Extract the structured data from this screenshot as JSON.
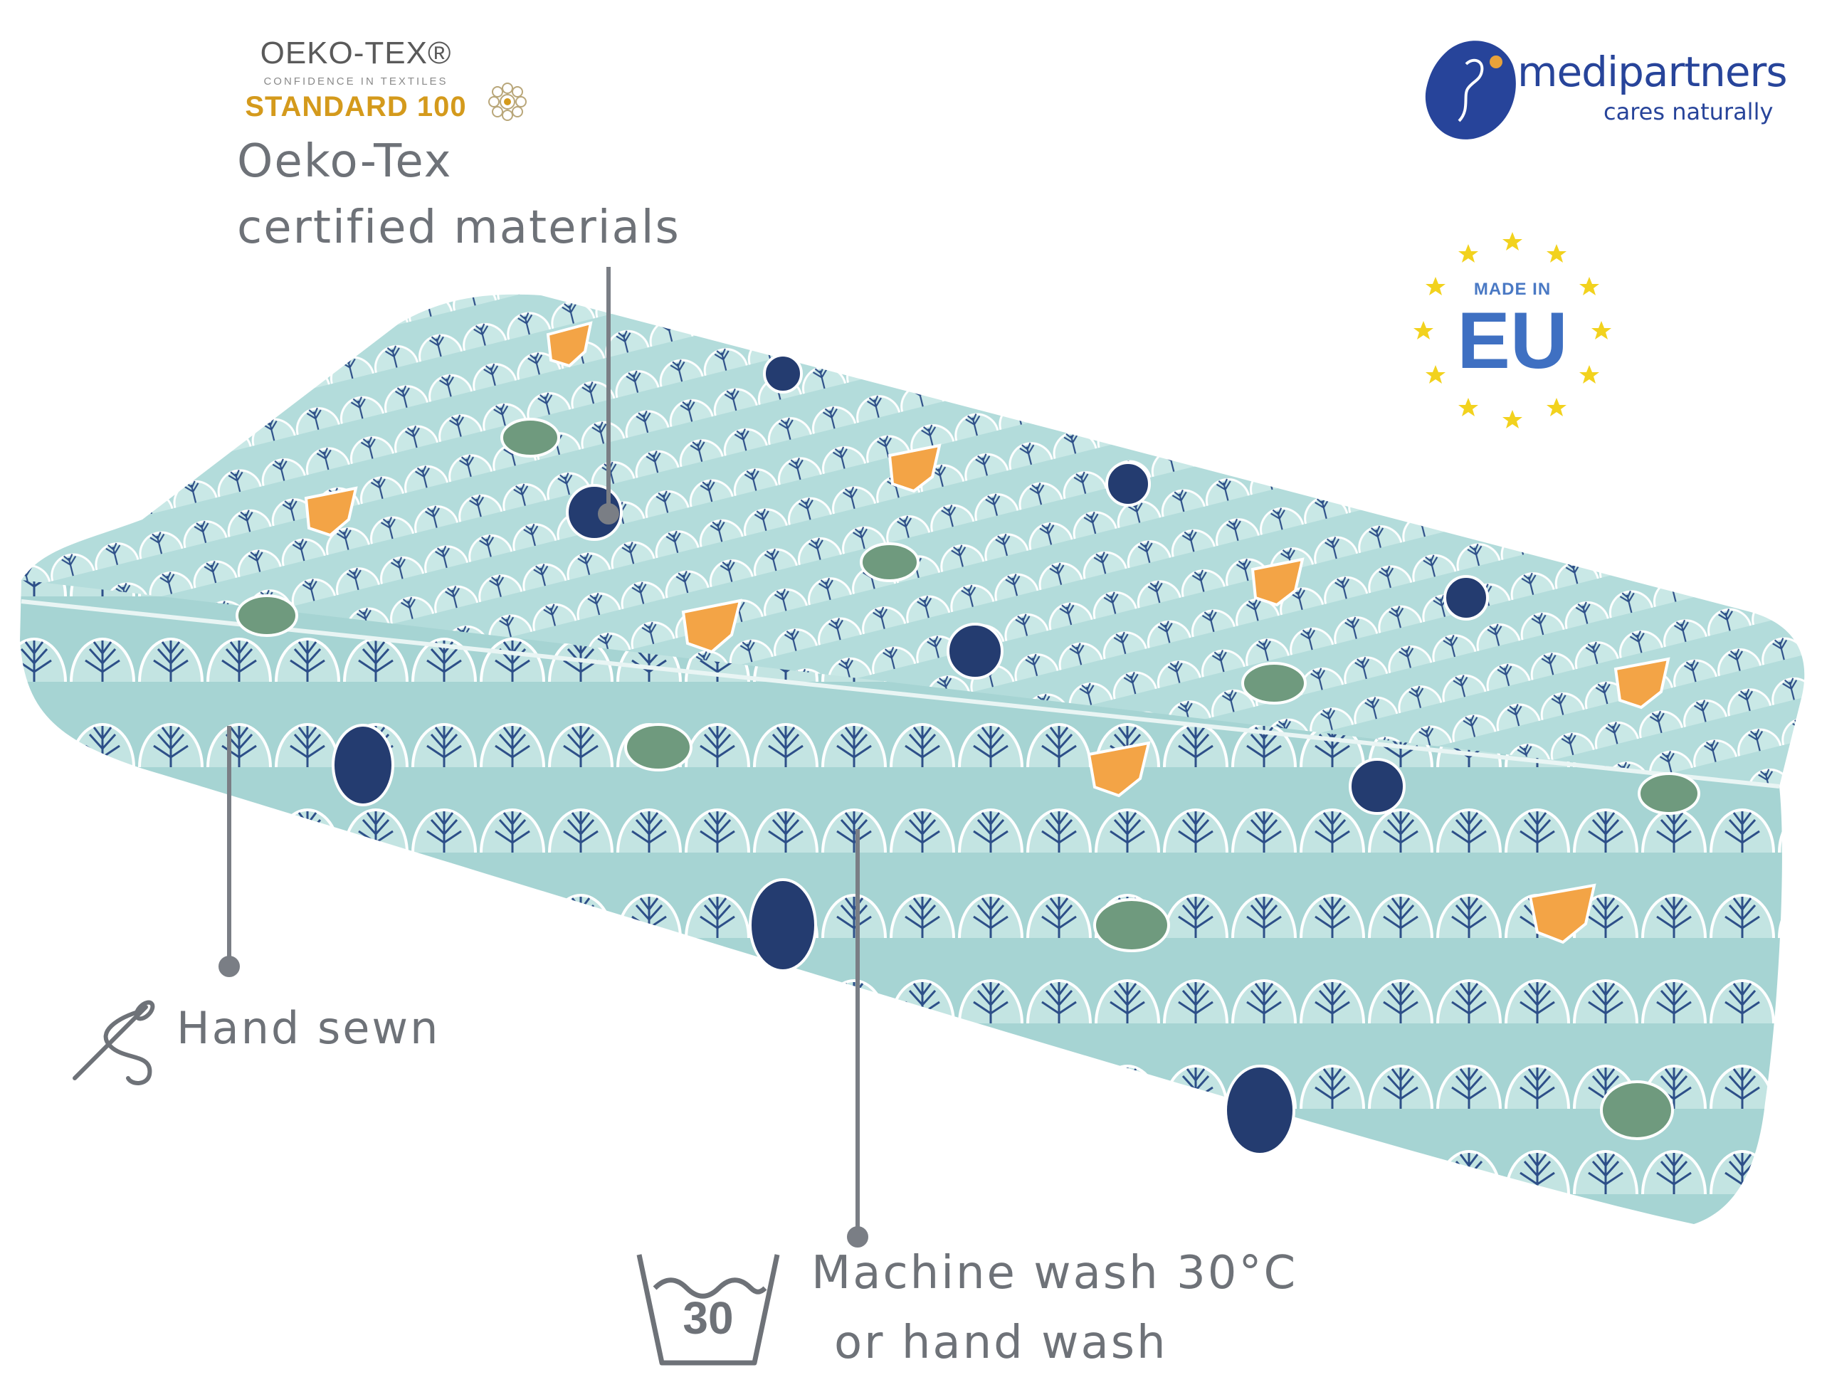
{
  "certification": {
    "name": "OEKO-TEX®",
    "tagline": "CONFIDENCE IN TEXTILES",
    "standard": "STANDARD 100",
    "icon": "oeko-tex-flower-icon",
    "callout_line1": "Oeko-Tex",
    "callout_line2": "certified materials"
  },
  "brand": {
    "name": "medipartners",
    "tagline": "cares naturally",
    "color": "#27449a",
    "accent_color": "#e8a23a"
  },
  "origin_badge": {
    "line1": "MADE IN",
    "line2": "EU",
    "star_color": "#f2d21e",
    "text_color": "#3f70c2"
  },
  "features": {
    "hand_sewn": {
      "icon": "needle-thread-icon",
      "label": "Hand sewn"
    },
    "washing": {
      "icon": "wash-basin-icon",
      "temperature": "30",
      "line1": "Machine wash 30°C",
      "line2": "or hand wash"
    }
  },
  "product": {
    "pattern_colors": {
      "fabric": "#a9d6d6",
      "tree": "#2d4f88",
      "fox": "#f3a446",
      "bear": "#243c70",
      "raccoon": "#6f9a7e"
    }
  },
  "pointer_color": "#7a7e85"
}
